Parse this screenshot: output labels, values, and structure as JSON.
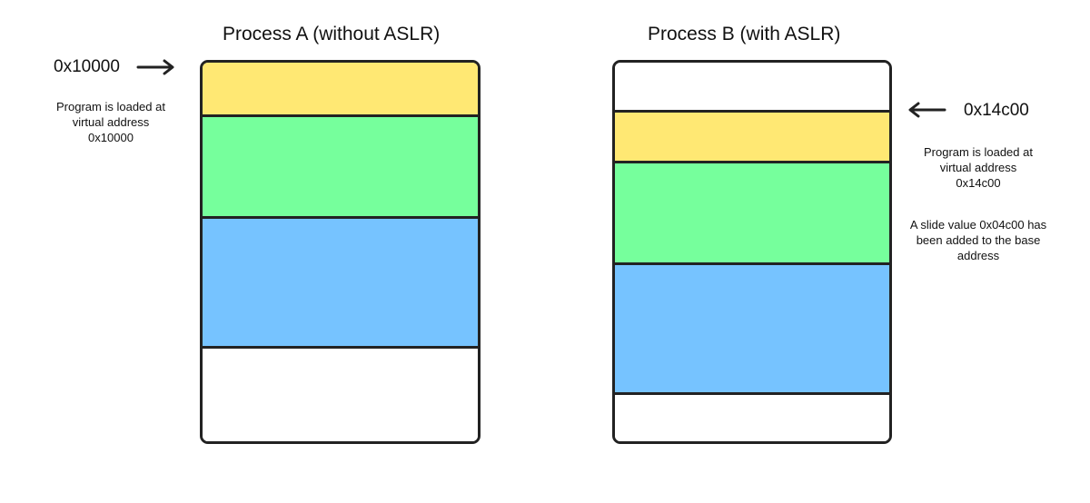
{
  "process_a": {
    "title": "Process A (without ASLR)",
    "address_label": "0x10000",
    "note_lines": [
      "Program is loaded at",
      "virtual address",
      "0x10000"
    ],
    "segments": [
      {
        "name": "segment-yellow",
        "color": "#FFE873"
      },
      {
        "name": "segment-green",
        "color": "#76FF9C"
      },
      {
        "name": "segment-blue",
        "color": "#76C3FF"
      },
      {
        "name": "segment-empty",
        "color": "#FFFFFF"
      }
    ]
  },
  "process_b": {
    "title": "Process B (with ASLR)",
    "address_label": "0x14c00",
    "note_lines": [
      "Program is loaded at",
      "virtual address",
      "0x14c00"
    ],
    "slide_note_lines": [
      "A slide value 0x04c00 has",
      "been added to the base",
      "address"
    ],
    "segments": [
      {
        "name": "segment-empty-top",
        "color": "#FFFFFF"
      },
      {
        "name": "segment-yellow",
        "color": "#FFE873"
      },
      {
        "name": "segment-green",
        "color": "#76FF9C"
      },
      {
        "name": "segment-blue",
        "color": "#76C3FF"
      },
      {
        "name": "segment-empty-bottom",
        "color": "#FFFFFF"
      }
    ]
  },
  "colors": {
    "stroke": "#222222",
    "yellow": "#FFE873",
    "green": "#76FF9C",
    "blue": "#76C3FF"
  },
  "icons": {
    "arrow_a": "arrow-right-icon",
    "arrow_b": "arrow-left-icon"
  }
}
